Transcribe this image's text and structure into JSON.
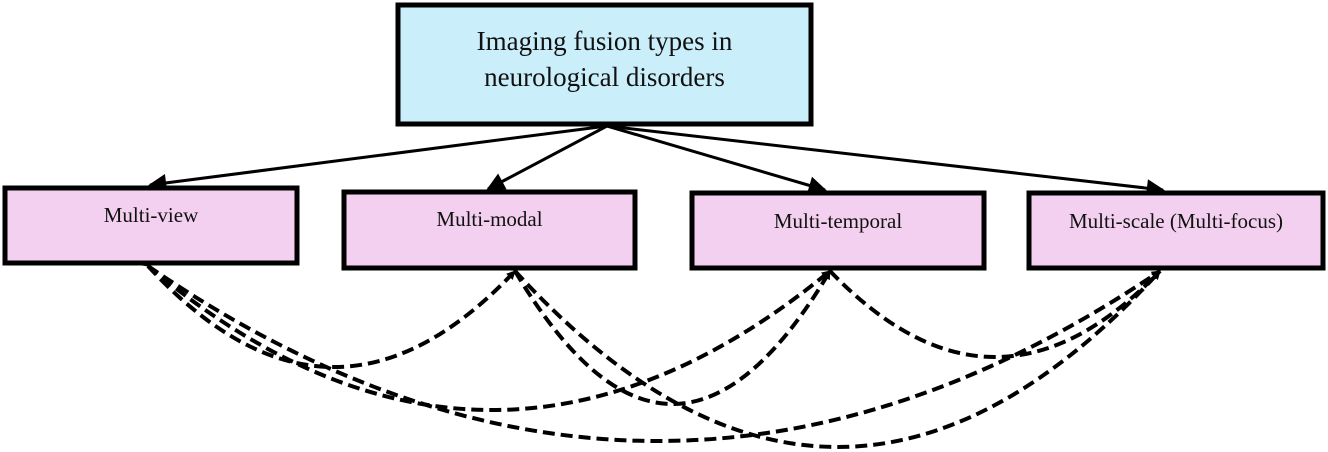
{
  "root": {
    "label_lines": [
      "Imaging fusion types in",
      "neurological disorders"
    ],
    "fill": "#cbeefb"
  },
  "children": [
    {
      "id": "multi-view",
      "label": "Multi-view"
    },
    {
      "id": "multi-modal",
      "label": "Multi-modal"
    },
    {
      "id": "multi-temporal",
      "label": "Multi-temporal"
    },
    {
      "id": "multi-scale",
      "label": "Multi-scale (Multi-focus)"
    }
  ],
  "child_fill": "#f3d0ef",
  "edge_color": "#000000",
  "edges": [
    {
      "from": "root",
      "to": "multi-view",
      "style": "solid-arrow"
    },
    {
      "from": "root",
      "to": "multi-modal",
      "style": "solid-arrow"
    },
    {
      "from": "root",
      "to": "multi-temporal",
      "style": "solid-arrow"
    },
    {
      "from": "root",
      "to": "multi-scale",
      "style": "solid-arrow"
    }
  ],
  "links": [
    {
      "a": "multi-view",
      "b": "multi-modal",
      "style": "dashed"
    },
    {
      "a": "multi-view",
      "b": "multi-temporal",
      "style": "dashed"
    },
    {
      "a": "multi-view",
      "b": "multi-scale",
      "style": "dashed"
    },
    {
      "a": "multi-modal",
      "b": "multi-temporal",
      "style": "dashed"
    },
    {
      "a": "multi-modal",
      "b": "multi-scale",
      "style": "dashed"
    },
    {
      "a": "multi-temporal",
      "b": "multi-scale",
      "style": "dashed"
    }
  ]
}
